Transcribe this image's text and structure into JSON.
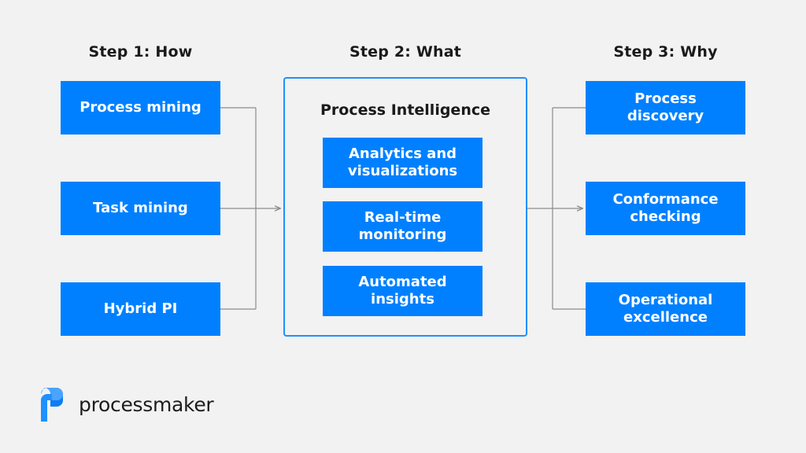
{
  "page": {
    "background_color": "#f2f2f2",
    "accent_blue": "#0080ff",
    "container_border_color": "#1e90ff",
    "connector_color": "#8c8c8c",
    "text_dark": "#1a1a1a"
  },
  "columns": {
    "step1": {
      "title": "Step 1: How",
      "boxes": [
        {
          "label": "Process mining"
        },
        {
          "label": "Task mining"
        },
        {
          "label": "Hybrid PI"
        }
      ]
    },
    "step2": {
      "title": "Step 2: What",
      "container_heading": "Process Intelligence",
      "boxes": [
        {
          "line1": "Analytics and",
          "line2": "visualizations"
        },
        {
          "line1": "Real-time",
          "line2": "monitoring"
        },
        {
          "line1": "Automated",
          "line2": "insights"
        }
      ]
    },
    "step3": {
      "title": "Step 3: Why",
      "boxes": [
        {
          "line1": "Process",
          "line2": "discovery"
        },
        {
          "line1": "Conformance",
          "line2": "checking"
        },
        {
          "line1": "Operational",
          "line2": "excellence"
        }
      ]
    }
  },
  "logo": {
    "wordmark": "processmaker",
    "mark_color_light": "#4aa3ff",
    "mark_color_dark": "#0d7df2"
  }
}
